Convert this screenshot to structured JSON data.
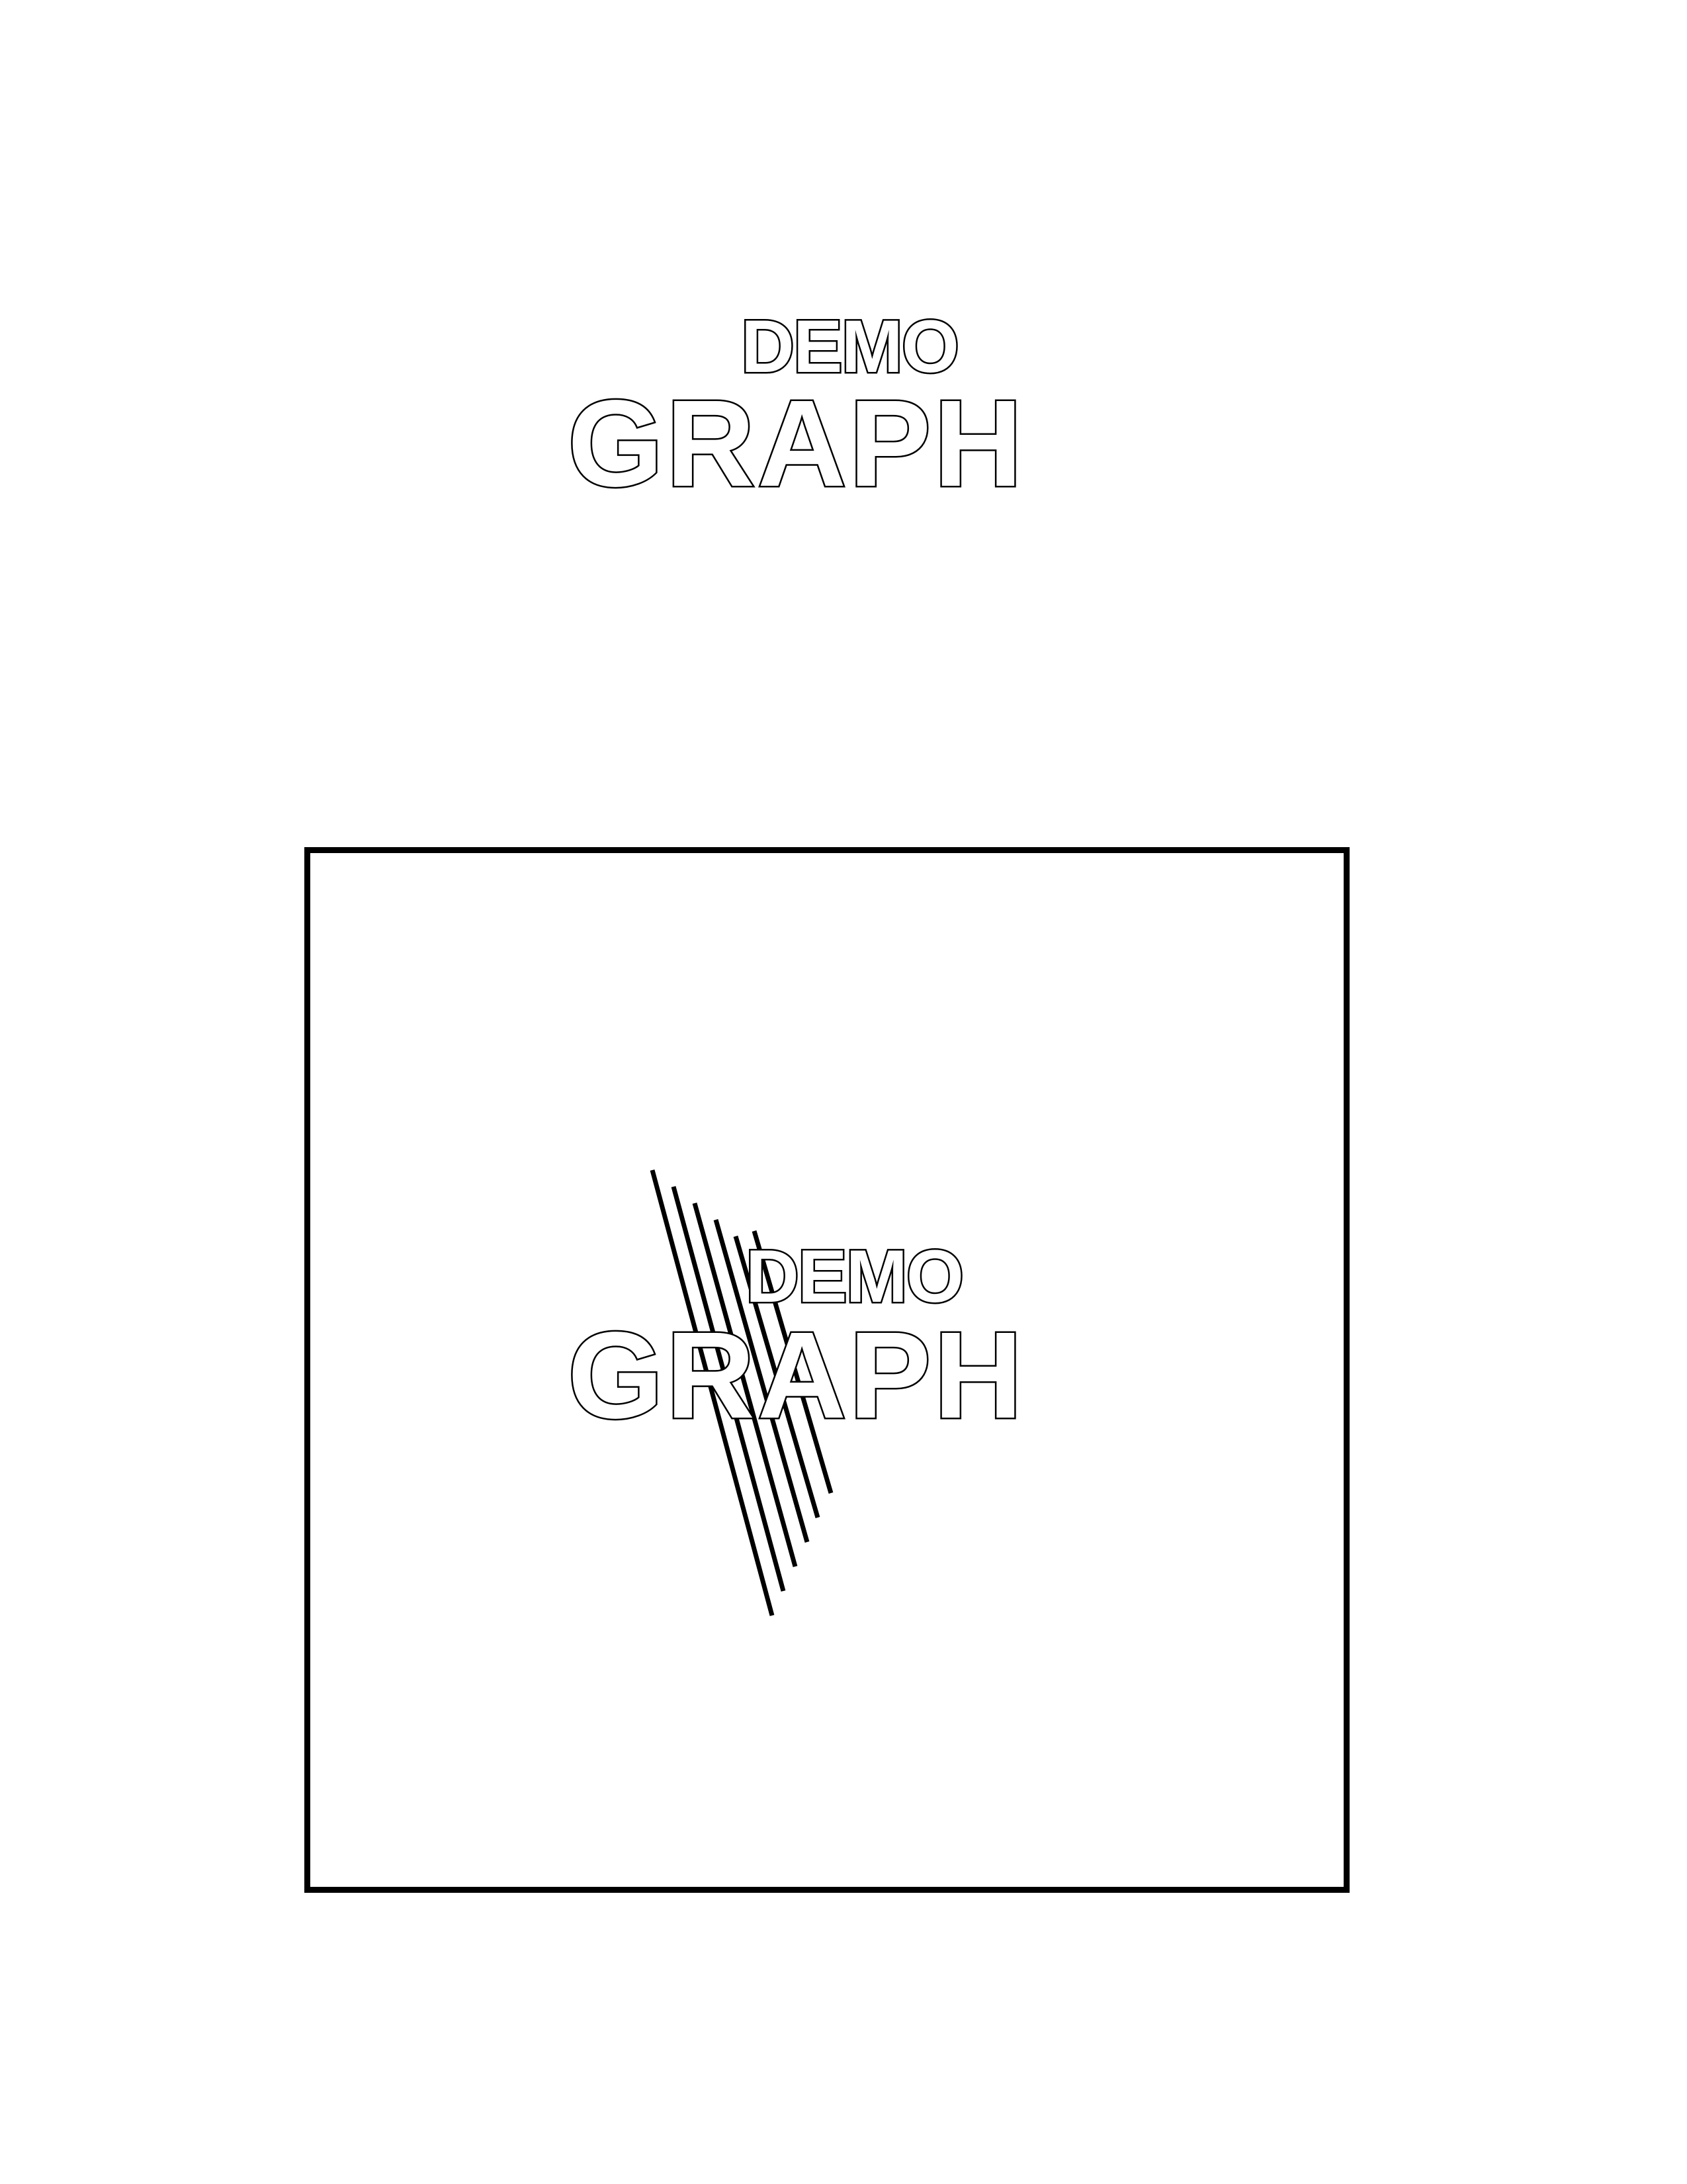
{
  "logo_top": {
    "line1": "DEMO",
    "line2": "GRAPH"
  },
  "logo_framed": {
    "line1": "DEMO",
    "line2": "GRAPH",
    "stripe_count": 6
  },
  "colors": {
    "ink": "#000000",
    "paper": "#ffffff"
  }
}
